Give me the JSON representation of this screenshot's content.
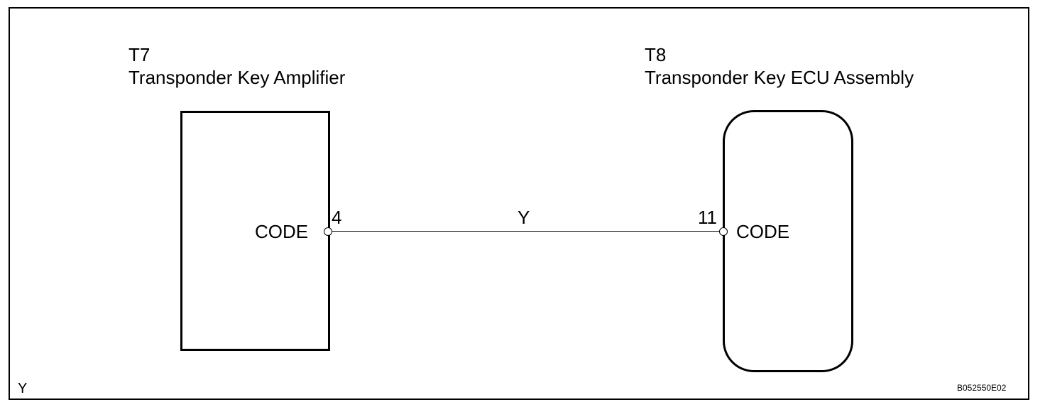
{
  "components": [
    {
      "code": "T7",
      "name": "Transponder Key Amplifier",
      "pin_label": "CODE",
      "pin_number": "4"
    },
    {
      "code": "T8",
      "name": "Transponder Key ECU Assembly",
      "pin_label": "CODE",
      "pin_number": "11"
    }
  ],
  "wire": {
    "color_code": "Y"
  },
  "legend": {
    "color_key": "Y"
  },
  "figure_id": "B052550E02"
}
